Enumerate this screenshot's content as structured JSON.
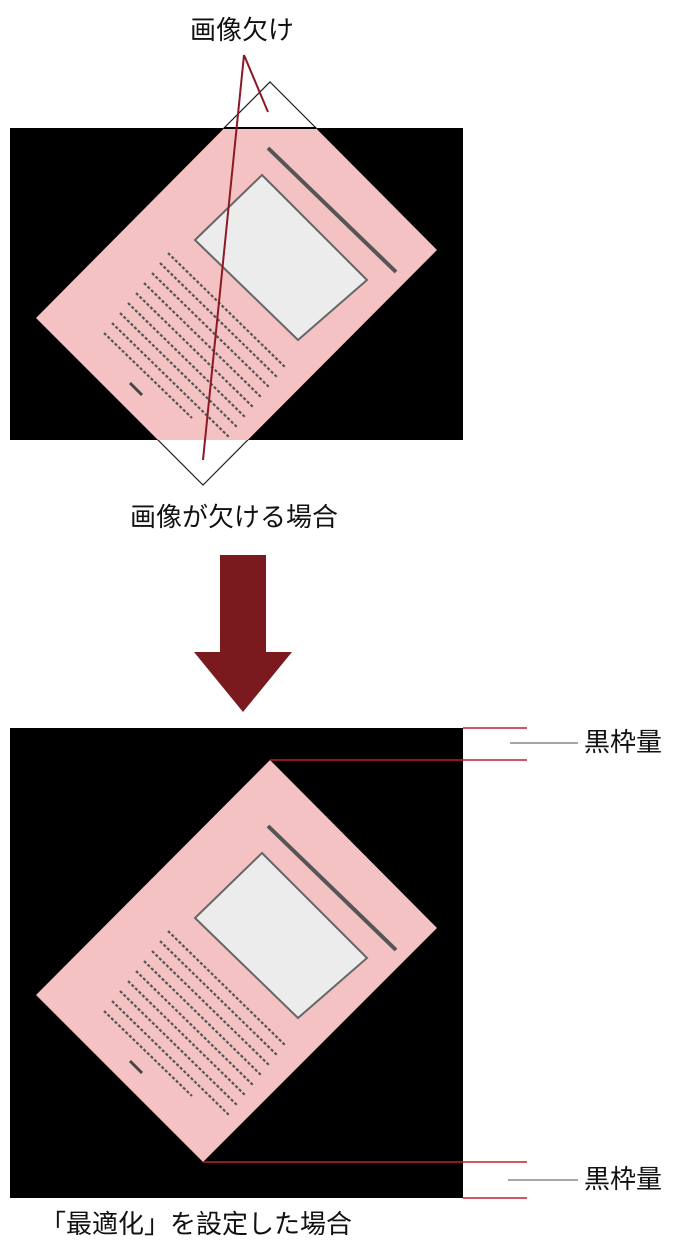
{
  "top": {
    "missing_label": "画像欠け",
    "caption": "画像が欠ける場合"
  },
  "bottom": {
    "frame_label_top": "黒枠量",
    "frame_label_bottom": "黒枠量",
    "caption": "「最適化」を設定した場合"
  },
  "colors": {
    "document_fill": "#f4c2c2",
    "background": "#000000",
    "accent": "#8b1a24",
    "image_box": "#ececec",
    "text_line": "#555555"
  },
  "icons": {
    "arrow": "down-arrow-icon"
  }
}
